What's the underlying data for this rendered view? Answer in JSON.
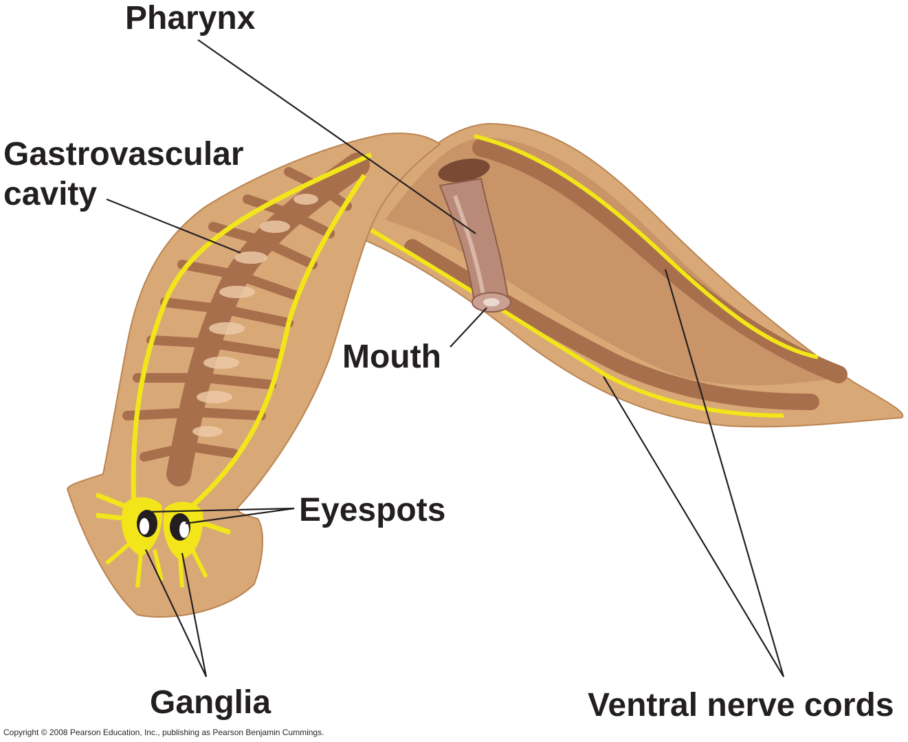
{
  "labels": {
    "pharynx": "Pharynx",
    "gastrovascular_line1": "Gastrovascular",
    "gastrovascular_line2": "cavity",
    "mouth": "Mouth",
    "eyespots": "Eyespots",
    "ganglia": "Ganglia",
    "ventral_nerve_cords": "Ventral nerve cords"
  },
  "copyright": "Copyright © 2008 Pearson Education, Inc., publishing as Pearson Benjamin Cummings.",
  "colors": {
    "body_skin": "#d9a877",
    "body_edge": "#b98452",
    "gut": "#a86f4c",
    "gut_light": "#ecc9a5",
    "nerve": "#f2e61a",
    "pharynx": "#b98a78",
    "leader_line": "#231f20"
  }
}
